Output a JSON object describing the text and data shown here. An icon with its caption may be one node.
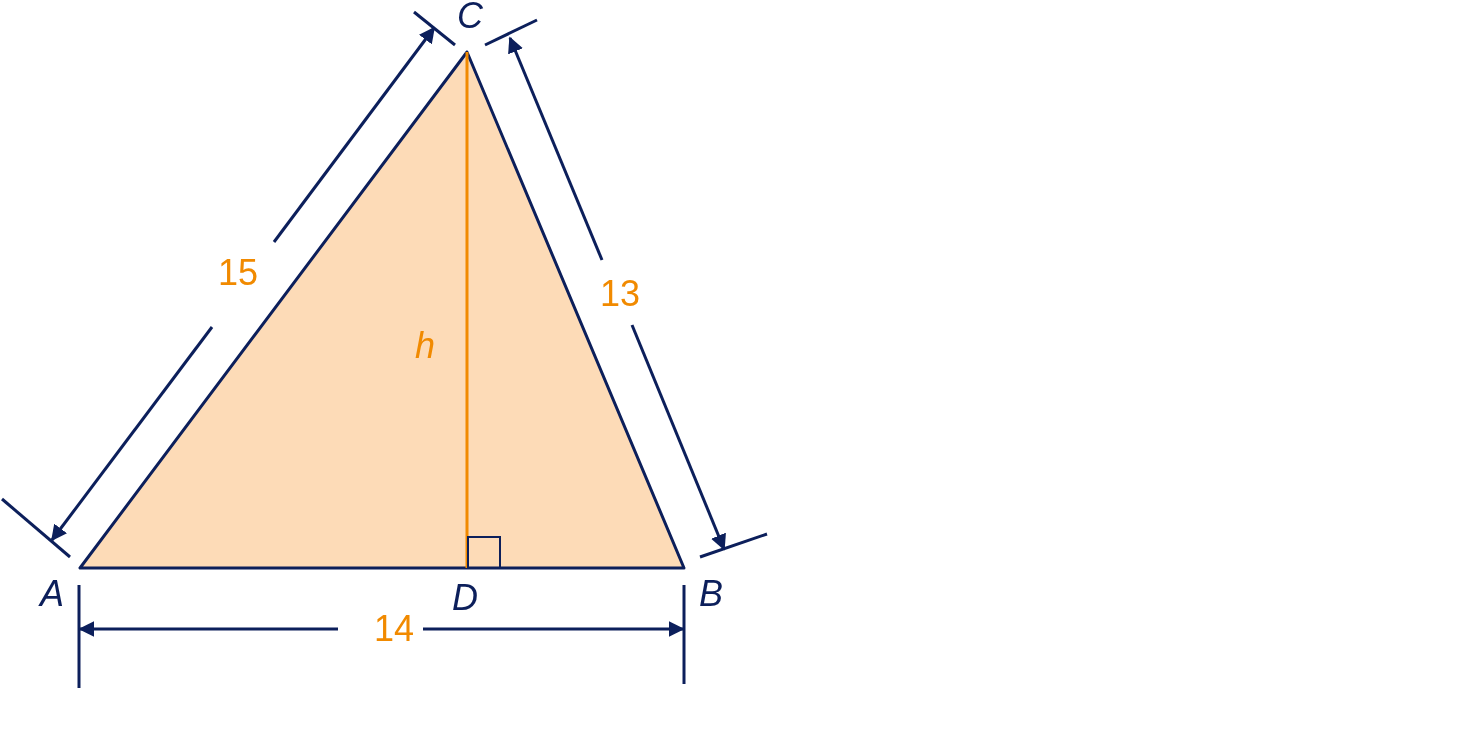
{
  "diagram": {
    "labels": [
      "C",
      "15",
      "13",
      "h",
      "A",
      "D",
      "B",
      "14"
    ]
  }
}
